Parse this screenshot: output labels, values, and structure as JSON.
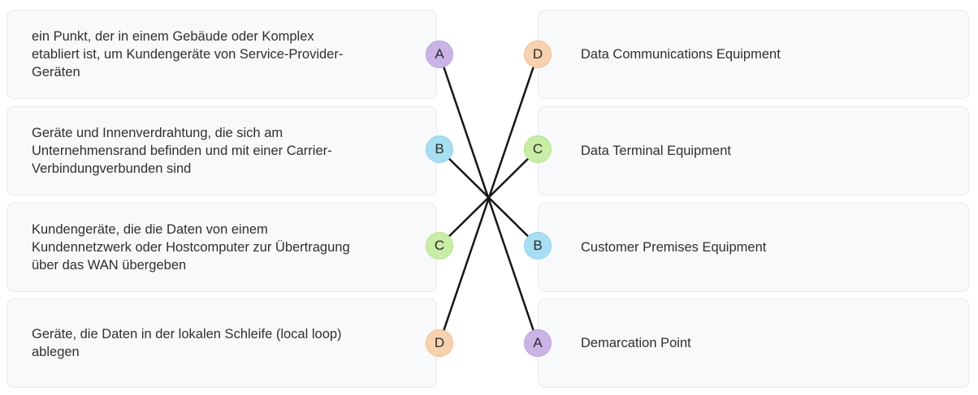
{
  "colors": {
    "line": "#161616",
    "card_bg": "#f8f9fa",
    "card_border": "#e8e9eb",
    "text": "#2e2f31",
    "badges": {
      "A": {
        "fill": "#cab4e6",
        "border": "#b79fd9"
      },
      "B": {
        "fill": "#a7def2",
        "border": "#8fd2ec"
      },
      "C": {
        "fill": "#c9eda6",
        "border": "#b3e289"
      },
      "D": {
        "fill": "#f8d2ae",
        "border": "#f1bd90"
      }
    }
  },
  "left_items": [
    {
      "label": "A",
      "color": "A",
      "text": "ein Punkt, der in einem Gebäude oder Komplex etabliert ist, um Kundengeräte von Service-Provider-Geräten"
    },
    {
      "label": "B",
      "color": "B",
      "text": "Geräte und Innenverdrahtung, die sich am Unternehmensrand befinden und mit einer Carrier-Verbindungverbunden sind"
    },
    {
      "label": "C",
      "color": "C",
      "text": "Kundengeräte, die die Daten von einem Kundennetzwerk oder Hostcomputer zur Übertragung über das WAN übergeben"
    },
    {
      "label": "D",
      "color": "D",
      "text": "Geräte, die Daten in der lokalen Schleife (local loop) ablegen"
    }
  ],
  "right_items": [
    {
      "label": "D",
      "color": "D",
      "text": "Data Communications Equipment"
    },
    {
      "label": "C",
      "color": "C",
      "text": "Data Terminal Equipment"
    },
    {
      "label": "B",
      "color": "B",
      "text": "Customer Premises Equipment"
    },
    {
      "label": "A",
      "color": "A",
      "text": "Demarcation Point"
    }
  ],
  "connections": [
    {
      "from": "A",
      "to": "A"
    },
    {
      "from": "B",
      "to": "B"
    },
    {
      "from": "C",
      "to": "C"
    },
    {
      "from": "D",
      "to": "D"
    }
  ]
}
